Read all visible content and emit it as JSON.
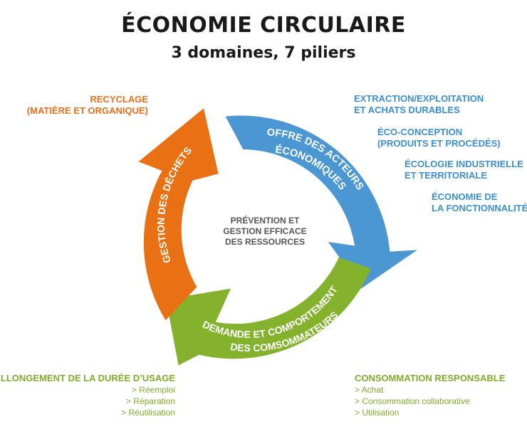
{
  "title": "ÉCONOMIE CIRCULAIRE",
  "subtitle": "3 domaines, 7 piliers",
  "center": {
    "line1": "PRÉVENTION ET",
    "line2": "GESTION EFFICACE",
    "line3": "DES RESSOURCES"
  },
  "cycle": {
    "offre": {
      "line1": "OFFRE DES ACTEURS",
      "line2": "ÉCONOMIQUES",
      "color": "#4a97d3"
    },
    "demande": {
      "line1": "DEMANDE ET COMPORTEMENT",
      "line2": "DES COMSOMMATEURS",
      "color": "#84b22d"
    },
    "dechets": {
      "line1": "GESTION DES DÉCHETS",
      "color": "#ea7113"
    }
  },
  "pillars": {
    "recyclage": {
      "line1": "RECYCLAGE",
      "line2": "(MATIÈRE ET ORGANIQUE)"
    },
    "extraction": {
      "line1": "EXTRACTION/EXPLOITATION",
      "line2": "ET ACHATS DURABLES"
    },
    "eco_conception": {
      "line1": "ÉCO-CONCEPTION",
      "line2": "(PRODUITS ET PROCÉDÉS)"
    },
    "ecologie": {
      "line1": "ÉCOLOGIE INDUSTRIELLE",
      "line2": "ET TERRITORIALE"
    },
    "fonctionnalite": {
      "line1": "ÉCONOMIE DE",
      "line2": "LA FONCTIONNALITÉ"
    },
    "allongement": {
      "title": "ALLONGEMENT DE LA DURÉE D’USAGE",
      "items": [
        "> Réemploi",
        "> Réparation",
        "> Réutilisation"
      ]
    },
    "consommation": {
      "title": "CONSOMMATION RESPONSABLE",
      "items": [
        "> Achat",
        "> Consommation collaborative",
        "> Utilisation"
      ]
    }
  }
}
